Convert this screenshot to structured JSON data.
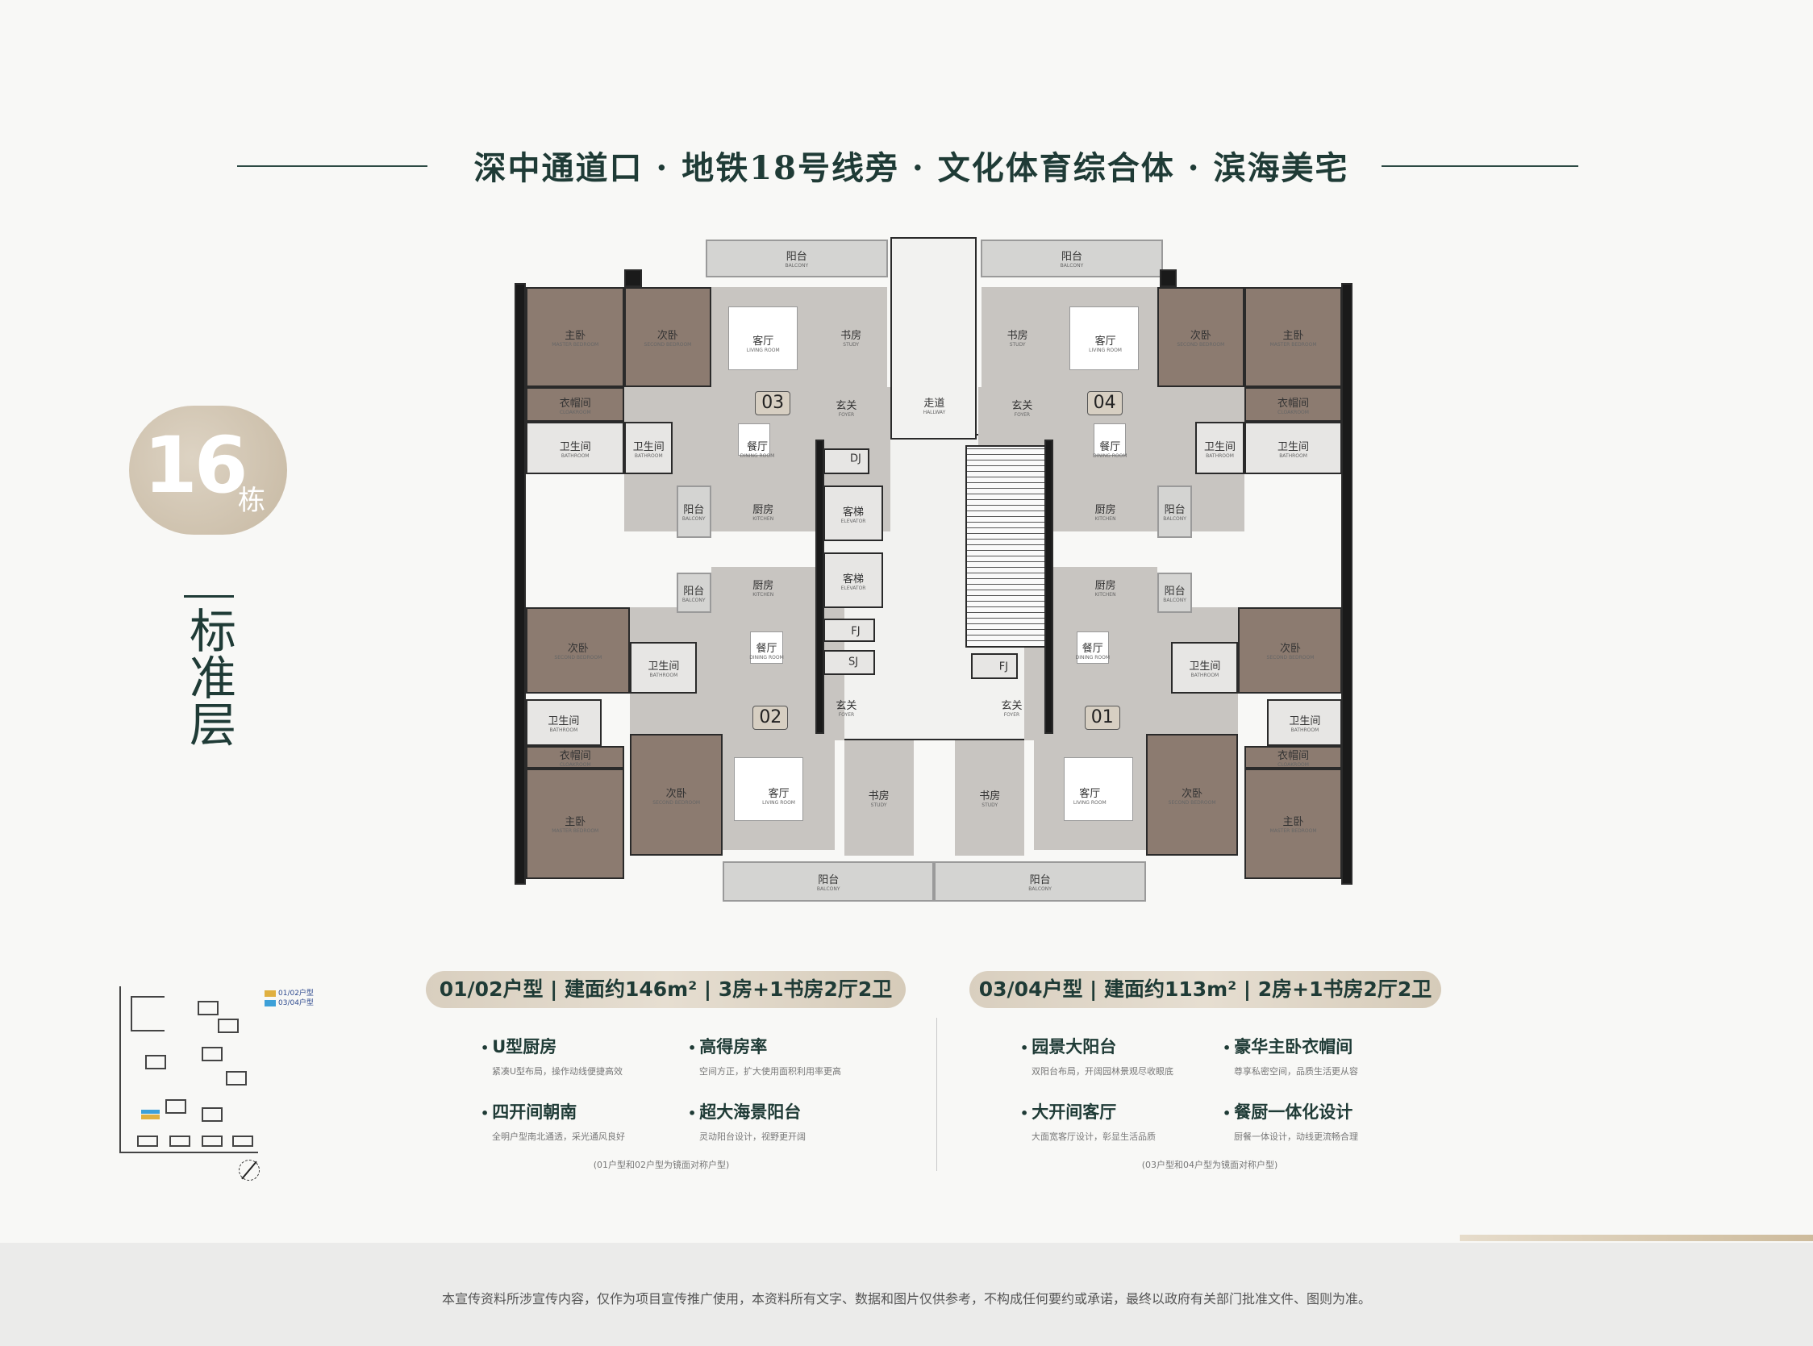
{
  "header": {
    "title": "深中通道口 · 地铁18号线旁 · 文化体育综合体 · 滨海美宅"
  },
  "building": {
    "number": "16",
    "unit": "栋",
    "floor_title": "标准层"
  },
  "floorplan": {
    "unit_tags": [
      "03",
      "04",
      "02",
      "01"
    ],
    "labels": {
      "balcony": {
        "cn": "阳台",
        "en": "BALCONY"
      },
      "master_bedroom": {
        "cn": "主卧",
        "en": "MASTER BEDROOM"
      },
      "second_bedroom": {
        "cn": "次卧",
        "en": "SECOND BEDROOM"
      },
      "walk_in_closet": {
        "cn": "衣帽间",
        "en": "CLOAKROOM"
      },
      "living_room": {
        "cn": "客厅",
        "en": "LIVING ROOM"
      },
      "study": {
        "cn": "书房",
        "en": "STUDY"
      },
      "bathroom": {
        "cn": "卫生间",
        "en": "BATHROOM"
      },
      "dining_room": {
        "cn": "餐厅",
        "en": "DINING ROOM"
      },
      "kitchen": {
        "cn": "厨房",
        "en": "KITCHEN"
      },
      "foyer": {
        "cn": "玄关",
        "en": "FOYER"
      },
      "corridor": {
        "cn": "走道",
        "en": "HALLWAY"
      },
      "elevator": {
        "cn": "客梯",
        "en": "ELEVATOR"
      },
      "dj": {
        "cn": "DJ",
        "en": ""
      },
      "fj": {
        "cn": "FJ",
        "en": ""
      },
      "sj": {
        "cn": "SJ",
        "en": ""
      }
    }
  },
  "unit_types": [
    {
      "heading": "01/02户型 | 建面约146m² | 3房+1书房2厅2卫",
      "features": [
        {
          "title": "U型厨房",
          "desc": "紧凑U型布局，操作动线便捷高效"
        },
        {
          "title": "高得房率",
          "desc": "空间方正，扩大使用面积利用率更高"
        },
        {
          "title": "四开间朝南",
          "desc": "全明户型南北通透，采光通风良好"
        },
        {
          "title": "超大海景阳台",
          "desc": "灵动阳台设计，视野更开阔"
        }
      ],
      "note": "(01户型和02户型为镜面对称户型)"
    },
    {
      "heading": "03/04户型 | 建面约113m² | 2房+1书房2厅2卫",
      "features": [
        {
          "title": "园景大阳台",
          "desc": "双阳台布局，开阔园林景观尽收眼底"
        },
        {
          "title": "豪华主卧衣帽间",
          "desc": "尊享私密空间，品质生活更从容"
        },
        {
          "title": "大开间客厅",
          "desc": "大面宽客厅设计，彰显生活品质"
        },
        {
          "title": "餐厨一体化设计",
          "desc": "厨餐一体设计，动线更流畅合理"
        }
      ],
      "note": "(03户型和04户型为镜面对称户型)"
    }
  ],
  "keyplan": {
    "legend": [
      {
        "label": "01/02户型",
        "color": "#e0b040"
      },
      {
        "label": "03/04户型",
        "color": "#3da0d8"
      }
    ]
  },
  "footer": {
    "disclaimer": "本宣传资料所涉宣传内容，仅作为项目宣传推广使用，本资料所有文字、数据和图片仅供参考，不构成任何要约或承诺，最终以政府有关部门批准文件、图则为准。"
  }
}
